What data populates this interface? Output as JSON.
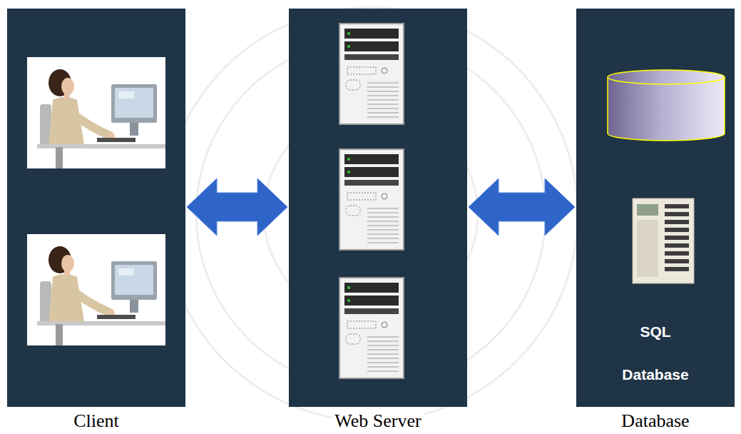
{
  "diagram": {
    "nodes": [
      {
        "text": [
          "Client"
        ]
      },
      {
        "text": [
          "Web Server"
        ]
      },
      {
        "text": [
          "SQL Database",
          "Database"
        ]
      }
    ],
    "edges": [
      {
        "from": 0,
        "to": 1,
        "arrow": "both"
      },
      {
        "from": 1,
        "to": 2,
        "arrow": "both"
      }
    ]
  }
}
